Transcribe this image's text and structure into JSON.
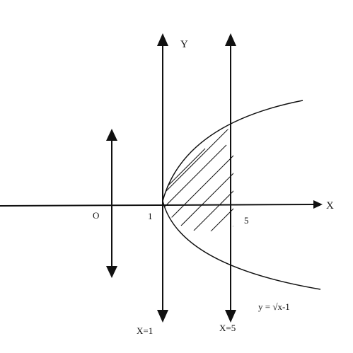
{
  "labels": {
    "y_axis": "Y",
    "x_axis": "X",
    "origin": "O",
    "tick_1": "1",
    "tick_5": "5",
    "line_x1": "X=1",
    "line_x5": "X=5",
    "curve": "y = √x-1"
  },
  "colors": {
    "ink": "#111111",
    "background": "#ffffff"
  }
}
